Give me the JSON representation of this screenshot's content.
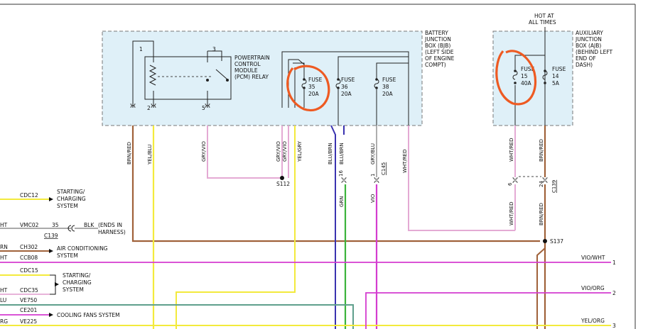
{
  "bjb": {
    "title_lines": [
      "BATTERY",
      "JUNCTION",
      "BOX (BJB)",
      "(LEFT SIDE",
      "OF ENGINE",
      "COMPT)"
    ]
  },
  "ajb": {
    "hot_lines": [
      "HOT AT",
      "ALL TIMES"
    ],
    "title_lines": [
      "AUXILIARY",
      "JUNCTION",
      "BOX (AJB)",
      "(BEHIND LEFT",
      "END OF",
      "DASH)"
    ]
  },
  "relay": {
    "label_lines": [
      "POWERTRAIN",
      "CONTROL",
      "MODULE",
      "(PCM) RELAY"
    ],
    "pin1": "1",
    "pin2": "2",
    "pin3": "3",
    "pin5": "5"
  },
  "fuses": [
    {
      "word": "FUSE",
      "num": "35",
      "amps": "20A"
    },
    {
      "word": "FUSE",
      "num": "36",
      "amps": "20A"
    },
    {
      "word": "FUSE",
      "num": "38",
      "amps": "20A"
    },
    {
      "word": "FUSE",
      "num": "15",
      "amps": "40A"
    },
    {
      "word": "FUSE",
      "num": "14",
      "amps": "5A"
    }
  ],
  "wires_vertical": {
    "brn_red_1": "BRN/RED",
    "yel_blu": "YEL/BLU",
    "gry_vio_1": "GRY/VIO",
    "gry_vio_2": "GRY/VIO",
    "gry_vio_3": "GRY/VIO",
    "yel_gry": "YEL/GRY",
    "blu_brn_1": "BLU/BRN",
    "blu_brn_2": "BLU/BRN",
    "gry_blu": "GRY/BLU",
    "wht_red_1": "WHT/RED",
    "wht_red_2": "WHT/RED",
    "brn_red_2": "BRN/RED",
    "wht_red_3": "WHT/RED",
    "brn_red_3": "BRN/RED",
    "grn": "GRN",
    "vio": "VIO"
  },
  "connectors": {
    "s112": "S112",
    "s137": "S137",
    "c145": "C145",
    "c139_right": "C139",
    "c139_left": "C139",
    "pin16": "16",
    "pin1": "1",
    "pin6": "6",
    "pin24": "24",
    "pin35": "35"
  },
  "left_rows": [
    {
      "code": "CDC12",
      "label_lines": [
        "STARTING/",
        "CHARGING",
        "SYSTEM"
      ]
    },
    {
      "color": "HT",
      "code": "VMC02",
      "pin": "35",
      "wire": "BLK",
      "label_lines": [
        "(ENDS IN",
        "HARNESS)"
      ]
    },
    {
      "color": "RN",
      "code": "CH302",
      "label_lines": [
        "AIR CONDITIONING",
        "SYSTEM"
      ]
    },
    {
      "color": "HT",
      "code": "CCB08"
    },
    {
      "code": "CDC15",
      "label_lines": [
        "STARTING/",
        "CHARGING",
        "SYSTEM"
      ]
    },
    {
      "color": "HT",
      "code": "CDC35"
    },
    {
      "color": "LU",
      "code": "VE750"
    },
    {
      "code": "CE201",
      "label_lines": [
        "COOLING FANS SYSTEM"
      ]
    },
    {
      "color": "RG",
      "code": "VE225"
    }
  ],
  "right_rows": [
    {
      "wire": "VIO/WHT",
      "num": "1"
    },
    {
      "wire": "VIO/ORG",
      "num": "2"
    },
    {
      "wire": "YEL/ORG",
      "num": "3"
    }
  ],
  "colors": {
    "box_fill": "#dff0f8",
    "brown": "#a0623a",
    "yellow": "#f3ea3c",
    "pink": "#e4aad4",
    "magenta": "#d43cd0",
    "blue": "#3a33b0",
    "green": "#3bb33b",
    "teal": "#5f9f8c",
    "gray": "#9a9a9a",
    "annotation": "#ee5a22"
  }
}
